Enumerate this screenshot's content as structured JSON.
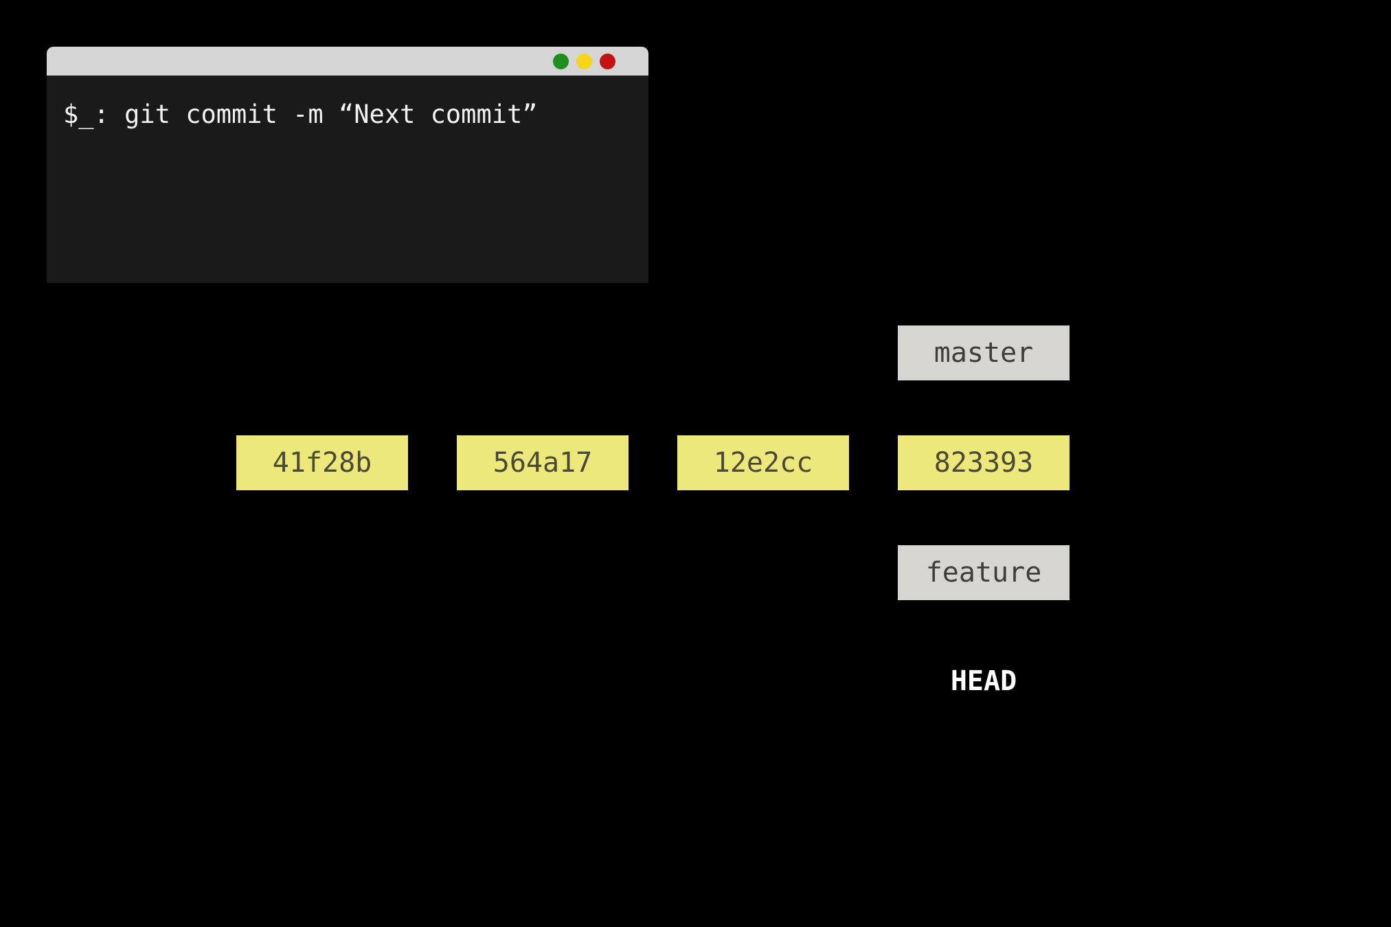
{
  "terminal": {
    "command": "$_: git commit -m “Next commit”",
    "window_controls": [
      {
        "name": "green",
        "color": "#1e8e1e"
      },
      {
        "name": "yellow",
        "color": "#f5d61d"
      },
      {
        "name": "red",
        "color": "#c41212"
      }
    ]
  },
  "graph": {
    "commits": [
      {
        "id": "41f28b"
      },
      {
        "id": "564a17"
      },
      {
        "id": "12e2cc"
      },
      {
        "id": "823393"
      }
    ],
    "branch_labels": [
      {
        "name": "master",
        "position": "above-last-commit"
      },
      {
        "name": "feature",
        "position": "below-last-commit"
      }
    ],
    "head_label": "HEAD"
  },
  "colors": {
    "background": "#000000",
    "terminal_body": "#1a1a1a",
    "terminal_titlebar": "#d5d5d5",
    "commit_fill": "#ede87c",
    "commit_text": "#4b4a36",
    "branch_fill": "#d6d5d0",
    "branch_text": "#3e3e3a",
    "head_text": "#ffffff"
  }
}
